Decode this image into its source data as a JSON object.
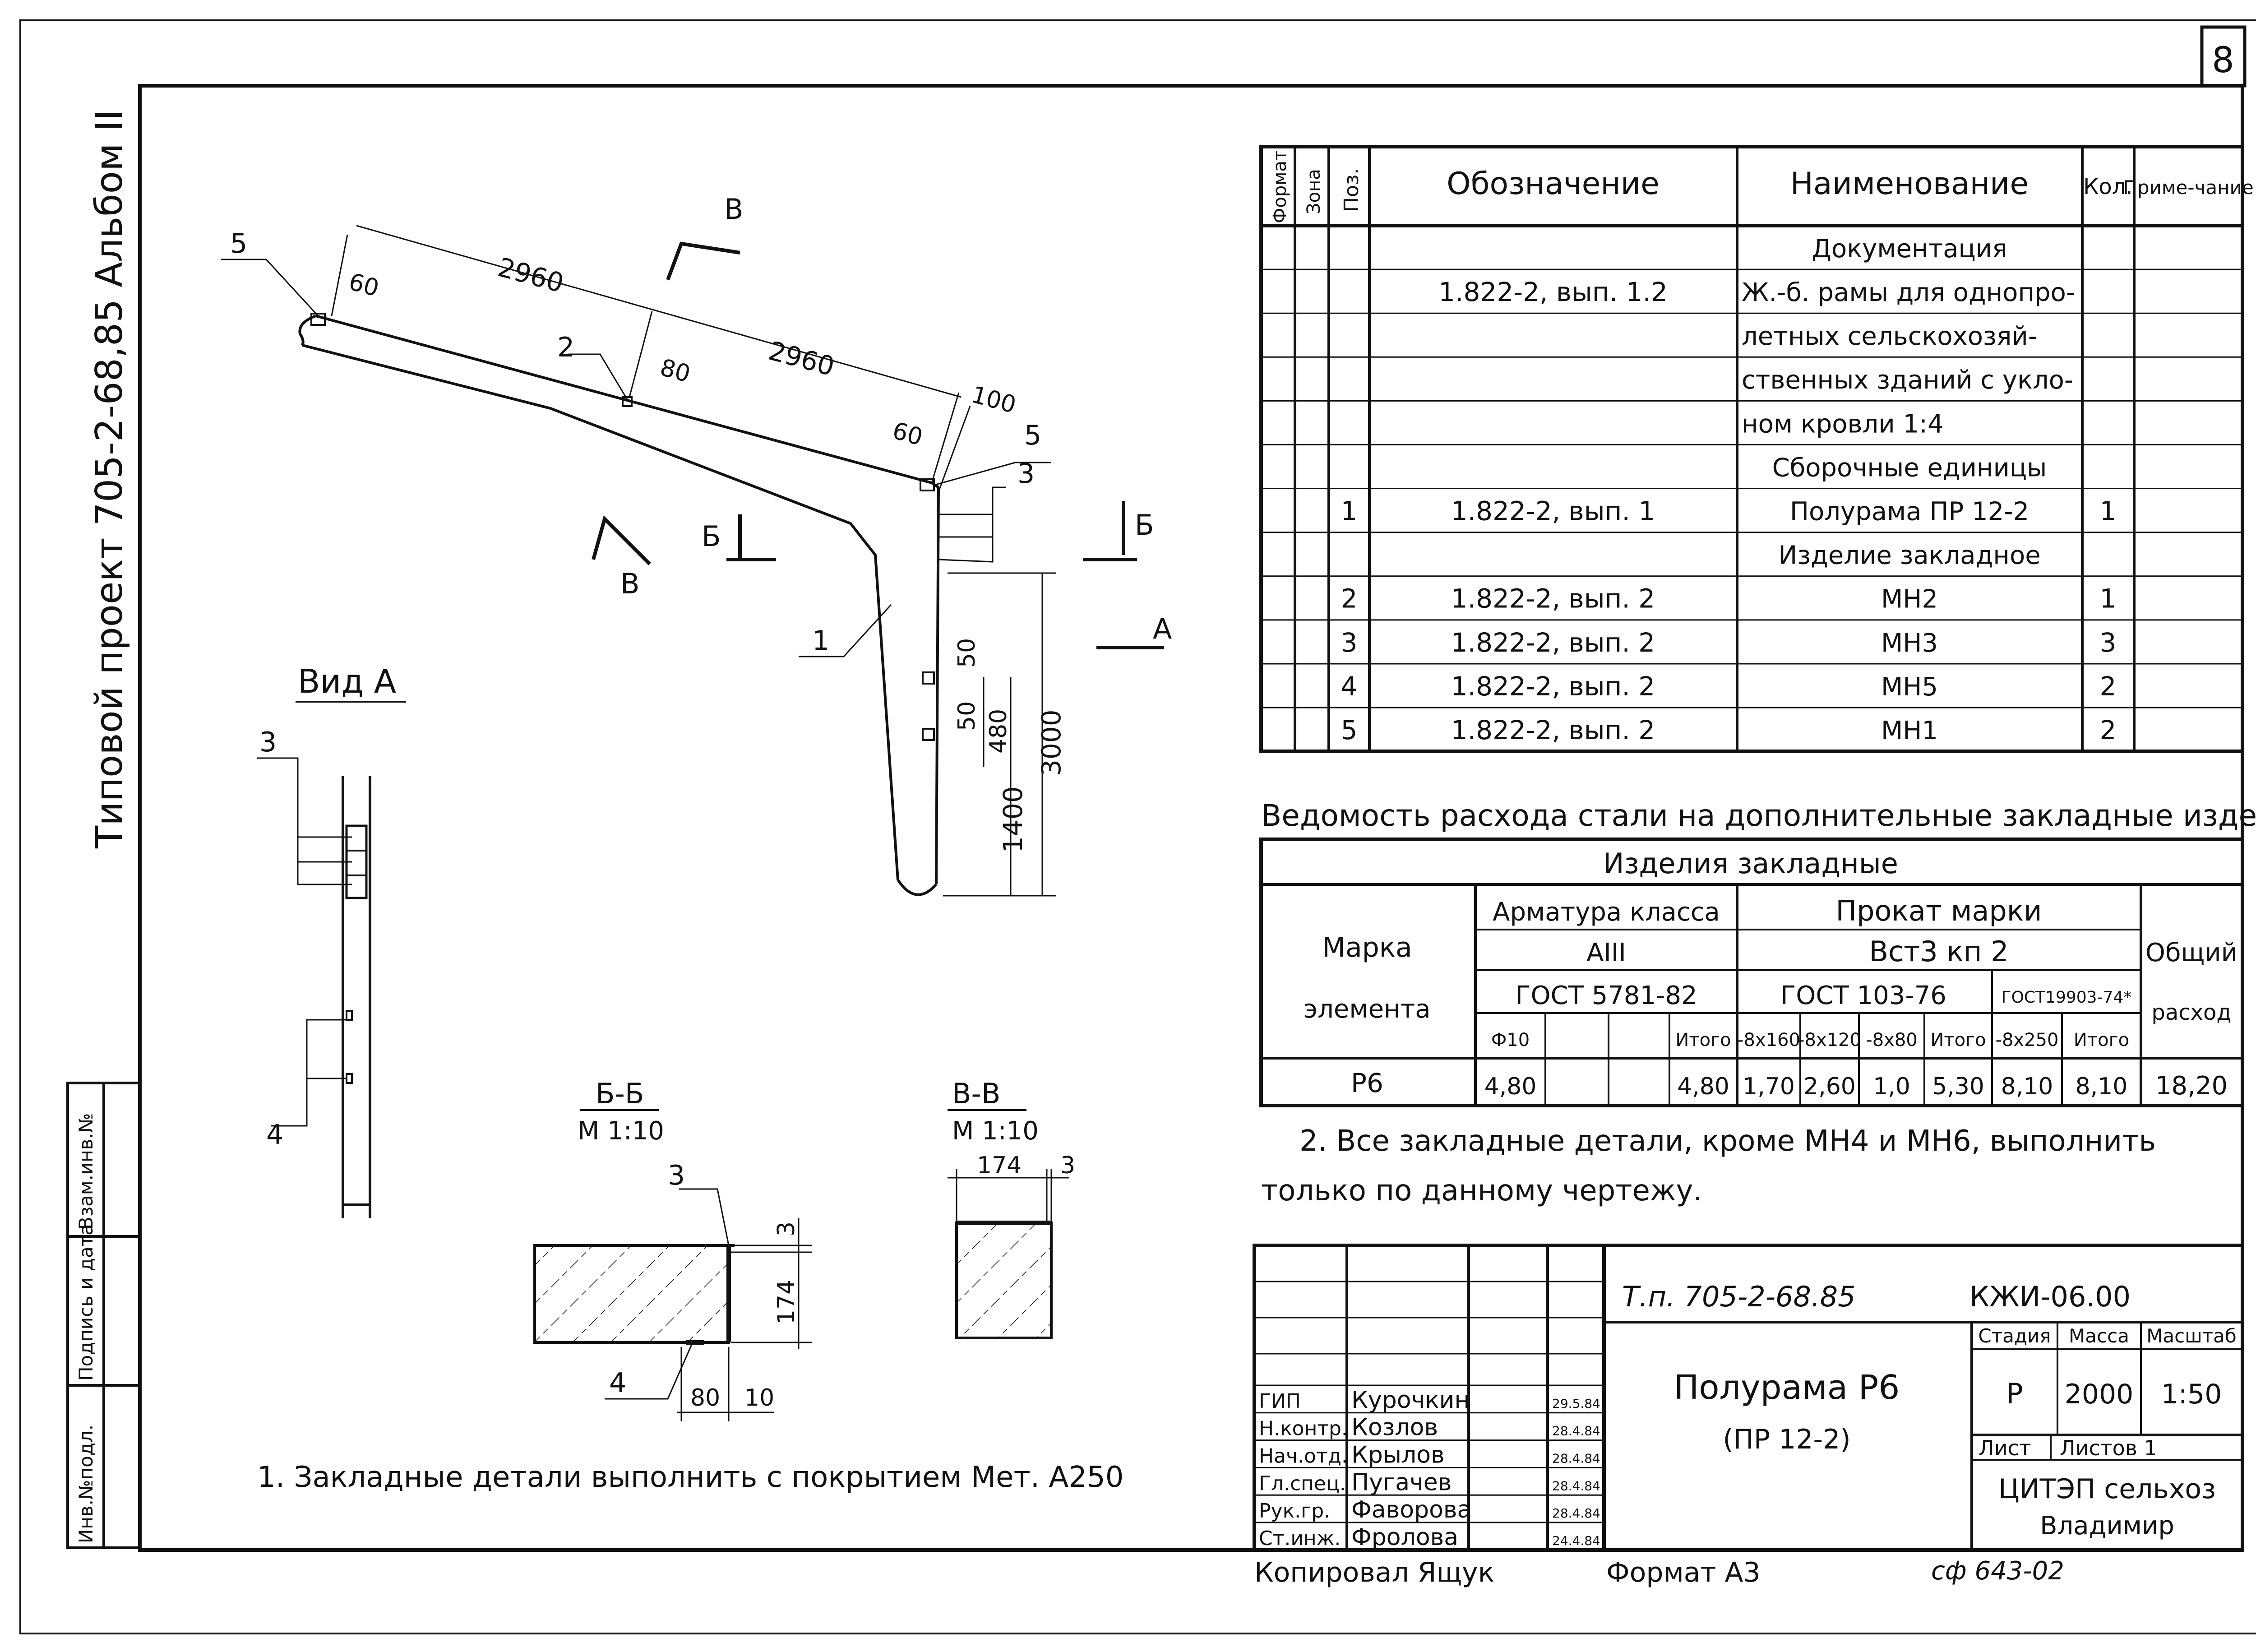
{
  "sheet_number": "8",
  "side_label": "Типовой проект 705-2-68,85 Альбом II",
  "spec_table": {
    "headers": {
      "format": "Формат",
      "zone": "Зона",
      "pos": "Поз.",
      "designation": "Обозначение",
      "name": "Наименование",
      "qty": "Кол.",
      "note": "Приме-чание"
    },
    "rows": [
      {
        "pos": "",
        "designation": "",
        "name": "Документация",
        "qty": ""
      },
      {
        "pos": "",
        "designation": "1.822-2, вып. 1.2",
        "name": "Ж.-б. рамы для однопро-",
        "qty": ""
      },
      {
        "pos": "",
        "designation": "",
        "name": "летных сельскохозяй-",
        "qty": ""
      },
      {
        "pos": "",
        "designation": "",
        "name": "ственных зданий с укло-",
        "qty": ""
      },
      {
        "pos": "",
        "designation": "",
        "name": "ном кровли 1:4",
        "qty": ""
      },
      {
        "pos": "",
        "designation": "",
        "name": "Сборочные единицы",
        "qty": ""
      },
      {
        "pos": "1",
        "designation": "1.822-2, вып. 1",
        "name": "Полурама ПР 12-2",
        "qty": "1"
      },
      {
        "pos": "",
        "designation": "",
        "name": "Изделие закладное",
        "qty": ""
      },
      {
        "pos": "2",
        "designation": "1.822-2, вып. 2",
        "name": "МН2",
        "qty": "1"
      },
      {
        "pos": "3",
        "designation": "1.822-2, вып. 2",
        "name": "МН3",
        "qty": "3"
      },
      {
        "pos": "4",
        "designation": "1.822-2, вып. 2",
        "name": "МН5",
        "qty": "2"
      },
      {
        "pos": "5",
        "designation": "1.822-2, вып. 2",
        "name": "МН1",
        "qty": "2"
      }
    ]
  },
  "steel_table": {
    "title": "Ведомость расхода стали на дополнительные закладные изделия, кг",
    "group_header": "Изделия закладные",
    "mark_header_1": "Марка",
    "mark_header_2": "элемента",
    "rebar_class": "Арматура класса",
    "rebar_grade": "АIII",
    "rebar_gost": "ГОСТ 5781-82",
    "rolled_header": "Прокат марки",
    "rolled_grade": "Вст3 кп 2",
    "rolled_gost_1": "ГОСТ 103-76",
    "rolled_gost_2": "ГОСТ19903-74*",
    "total_1": "Общий",
    "total_2": "расход",
    "sub_headers": [
      "Ф10",
      "",
      "",
      "Итого",
      "-8х160",
      "-8х120",
      "-8х80",
      "Итого",
      "-8х250",
      "Итого"
    ],
    "row": {
      "mark": "Р6",
      "values": [
        "4,80",
        "",
        "",
        "4,80",
        "1,70",
        "2,60",
        "1,0",
        "5,30",
        "8,10",
        "8,10"
      ],
      "total": "18,20"
    }
  },
  "notes": {
    "note2_line1": "2. Все закладные детали, кроме МН4 и МН6, выполнить",
    "note2_line2": "только по данному чертежу.",
    "note1": "1. Закладные детали выполнить с покрытием Мет. А250"
  },
  "drawing": {
    "dims": {
      "d2960a": "2960",
      "d2960b": "2960",
      "d60a": "60",
      "d80": "80",
      "d60b": "60",
      "d100": "100",
      "d3000": "3000",
      "d1400": "1400",
      "d480": "480",
      "d50a": "50",
      "d50b": "50"
    },
    "callouts": {
      "c5a": "5",
      "c2": "2",
      "c5b": "5",
      "c3": "3",
      "c1": "1"
    },
    "section_marks": {
      "b1": "В",
      "b2": "В",
      "bb1": "Б",
      "bb2": "Б",
      "a": "А"
    },
    "view_a": {
      "title": "Вид А",
      "c3": "3",
      "c4": "4"
    },
    "section_bb": {
      "title": "Б-Б",
      "scale": "М 1:10",
      "c3": "3",
      "c4": "4",
      "d3": "3",
      "d174": "174",
      "d80": "80",
      "d10": "10"
    },
    "section_vv": {
      "title": "В-В",
      "scale": "М 1:10",
      "d174": "174",
      "d3": "3"
    }
  },
  "title_block": {
    "project": "Т.п. 705-2-68.85",
    "code": "КЖИ-06.00",
    "title_1": "Полурама Р6",
    "title_2": "(ПР 12-2)",
    "stage_label": "Стадия",
    "mass_label": "Масса",
    "scale_label": "Масштаб",
    "stage": "Р",
    "mass": "2000",
    "scale": "1:50",
    "sheet_label": "Лист",
    "sheets_label": "Листов 1",
    "org_1": "ЦИТЭП сельхоз",
    "org_2": "Владимир",
    "people": [
      {
        "role": "ГИП",
        "name": "Курочкин",
        "date": "29.5.84"
      },
      {
        "role": "Н.контр.",
        "name": "Козлов",
        "date": "28.4.84"
      },
      {
        "role": "Нач.отд.",
        "name": "Крылов",
        "date": "28.4.84"
      },
      {
        "role": "Гл.спец.",
        "name": "Пугачев",
        "date": "28.4.84"
      },
      {
        "role": "Рук.гр.",
        "name": "Фаворова",
        "date": "28.4.84"
      },
      {
        "role": "Ст.инж.",
        "name": "Фролова",
        "date": "24.4.84"
      }
    ]
  },
  "margin_labels": {
    "inv_podl": "Инв.№подл.",
    "podpis": "Подпись и дата",
    "vzam": "Взам.инв.№"
  },
  "footer": {
    "copied": "Копировал Ящук",
    "format": "Формат А3",
    "code": "сф 643-02"
  }
}
